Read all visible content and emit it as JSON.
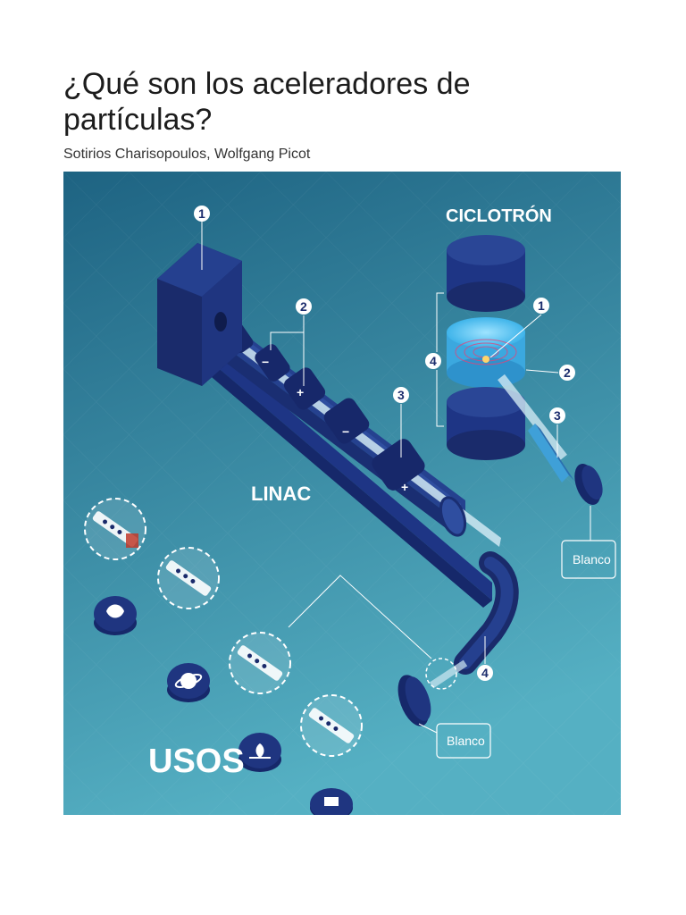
{
  "document": {
    "title": "¿Qué son los aceleradores de partículas?",
    "authors": "Sotirios Charisopoulos, Wolfgang Picot"
  },
  "figure": {
    "labels": {
      "cyclotron": "CICLOTRÓN",
      "linac": "LINAC",
      "uses": "USOS",
      "target_cyclotron": "Blanco",
      "target_linac": "Blanco"
    },
    "linac_numbers": [
      "1",
      "2",
      "3",
      "4"
    ],
    "cyclotron_numbers": [
      "1",
      "2",
      "3",
      "4"
    ],
    "electrode_signs": [
      "+",
      "−",
      "+",
      "−",
      "+"
    ],
    "use_icons": [
      "cells-icon",
      "planet-icon",
      "leaf-hand-icon",
      "artifact-icon"
    ],
    "colors": {
      "background_top": "#1e6382",
      "background_bottom": "#52aec2",
      "accelerator_dark": "#1a2b6b",
      "accelerator_mid": "#25408f",
      "beam": "#cfe8f2",
      "cyclotron_core": "#4fc3f0"
    }
  }
}
